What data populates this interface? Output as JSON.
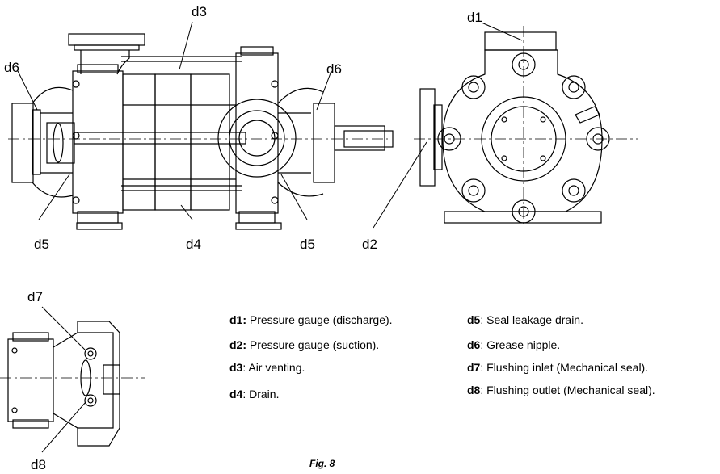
{
  "callouts": {
    "d1": "d1",
    "d2": "d2",
    "d3": "d3",
    "d4": "d4",
    "d5_left": "d5",
    "d5_right": "d5",
    "d6_left": "d6",
    "d6_right": "d6",
    "d7": "d7",
    "d8": "d8"
  },
  "legend": [
    {
      "code": "d1:",
      "text": " Pressure gauge (discharge)."
    },
    {
      "code": "d2:",
      "text": " Pressure gauge (suction)."
    },
    {
      "code": "d3",
      "text": ": Air venting."
    },
    {
      "code": "d4",
      "text": ": Drain."
    },
    {
      "code": "d5",
      "text": ": Seal leakage drain."
    },
    {
      "code": "d6",
      "text": ": Grease nipple."
    },
    {
      "code": "d7",
      "text": ": Flushing inlet (Mechanical seal)."
    },
    {
      "code": "d8",
      "text": ": Flushing outlet (Mechanical seal)."
    }
  ],
  "caption": "Fig. 8",
  "colors": {
    "line": "#000000",
    "background": "#ffffff"
  }
}
